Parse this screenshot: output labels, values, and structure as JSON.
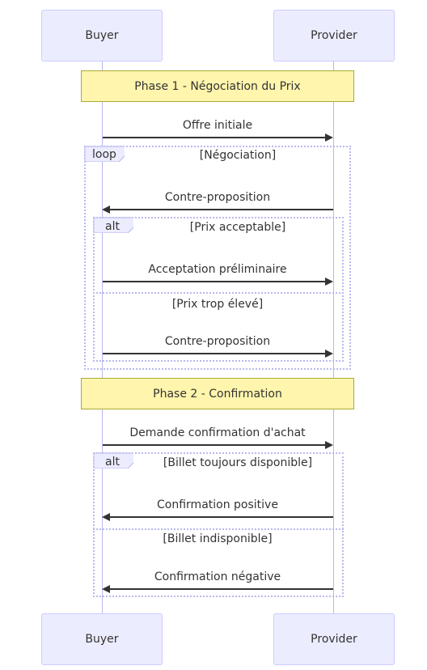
{
  "participants": {
    "buyer": "Buyer",
    "provider": "Provider"
  },
  "notes": {
    "phase1": "Phase 1 - Négociation du Prix",
    "phase2": "Phase 2 - Confirmation"
  },
  "messages": {
    "m1": "Offre initiale",
    "m2": "Contre-proposition",
    "m3": "Acceptation préliminaire",
    "m4": "Contre-proposition",
    "m5": "Demande confirmation d'achat",
    "m6": "Confirmation positive",
    "m7": "Confirmation négative"
  },
  "frames": {
    "loop": {
      "keyword": "loop",
      "condition": "[Négociation]"
    },
    "alt1": {
      "keyword": "alt",
      "condition": "[Prix acceptable]",
      "else_condition": "[Prix trop élevé]"
    },
    "alt2": {
      "keyword": "alt",
      "condition": "[Billet toujours disponible]",
      "else_condition": "[Billet indisponible]"
    }
  },
  "colors": {
    "actor_fill": "#ececff",
    "actor_border": "#ccccff",
    "note_fill": "#fff5ad",
    "note_border": "#aaaa33",
    "frame_border": "#b9b9ef",
    "arrow": "#333333"
  }
}
